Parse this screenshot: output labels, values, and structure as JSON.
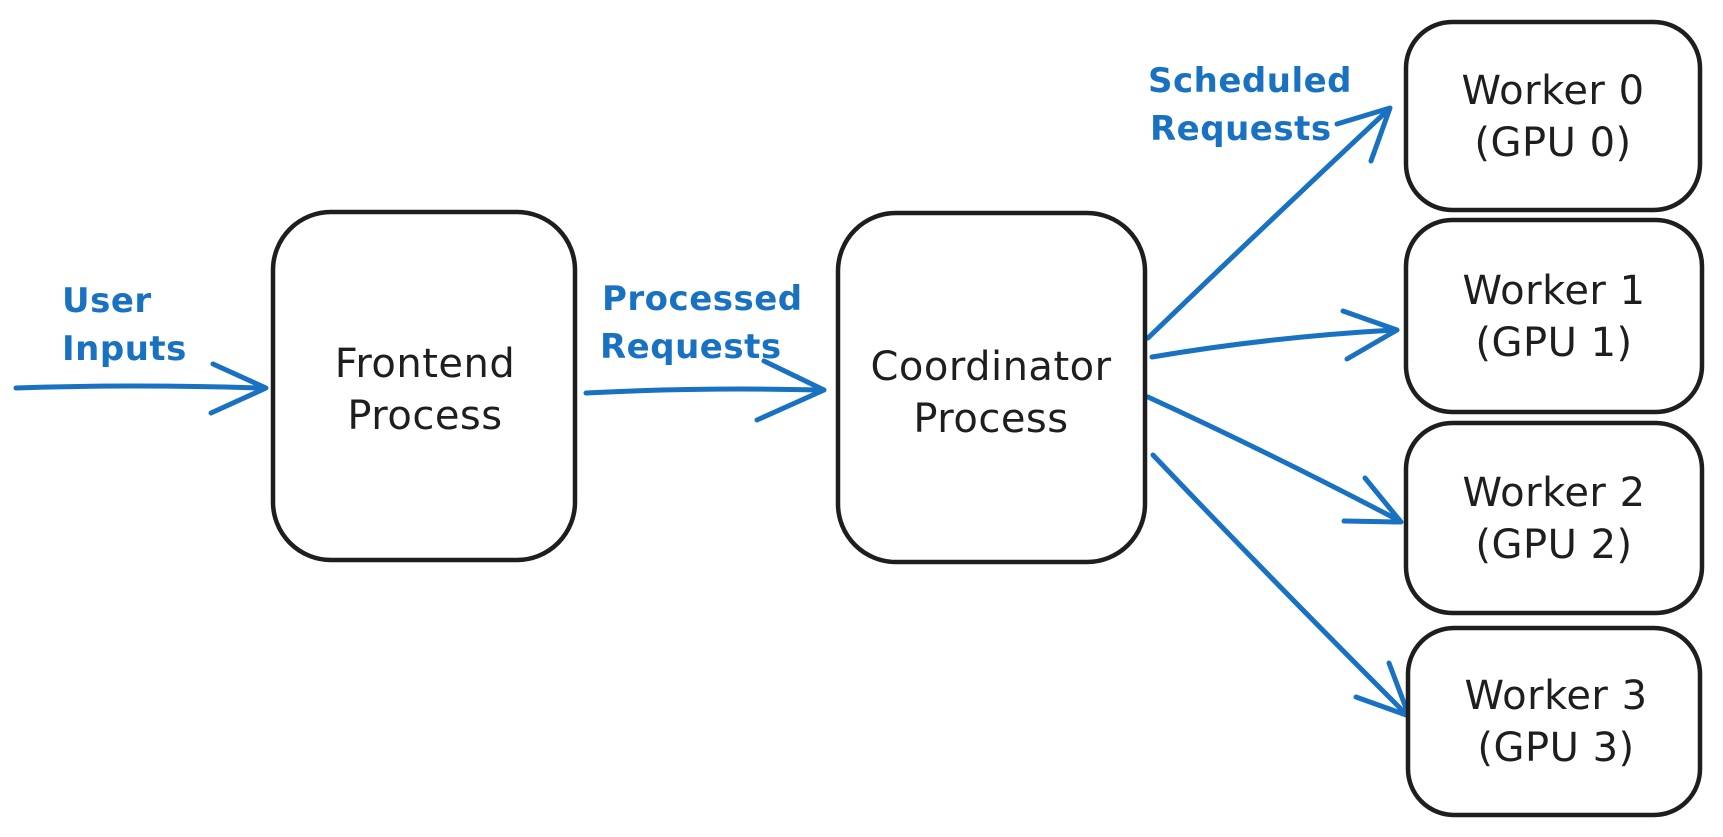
{
  "diagram": {
    "title": "LLM serving architecture: frontend, coordinator and GPU workers",
    "colors": {
      "accent": "#1971c2",
      "node_stroke": "#1e1e1e",
      "background": "#ffffff"
    },
    "nodes": {
      "frontend": {
        "line1": "Frontend",
        "line2": "Process"
      },
      "coordinator": {
        "line1": "Coordinator",
        "line2": "Process"
      },
      "workers": [
        {
          "line1": "Worker 0",
          "line2": "(GPU 0)"
        },
        {
          "line1": "Worker 1",
          "line2": "(GPU 1)"
        },
        {
          "line1": "Worker 2",
          "line2": "(GPU 2)"
        },
        {
          "line1": "Worker 3",
          "line2": "(GPU 3)"
        }
      ]
    },
    "edge_labels": {
      "user_inputs": {
        "line1": "User",
        "line2": "Inputs"
      },
      "processed_requests": {
        "line1": "Processed",
        "line2": "Requests"
      },
      "scheduled_requests": {
        "line1": "Scheduled",
        "line2": "Requests"
      }
    },
    "edges": [
      {
        "from": "external",
        "to": "frontend",
        "label": "User Inputs"
      },
      {
        "from": "frontend",
        "to": "coordinator",
        "label": "Processed Requests"
      },
      {
        "from": "coordinator",
        "to": "worker0",
        "label": "Scheduled Requests"
      },
      {
        "from": "coordinator",
        "to": "worker1",
        "label": "Scheduled Requests"
      },
      {
        "from": "coordinator",
        "to": "worker2",
        "label": "Scheduled Requests"
      },
      {
        "from": "coordinator",
        "to": "worker3",
        "label": "Scheduled Requests"
      }
    ]
  }
}
